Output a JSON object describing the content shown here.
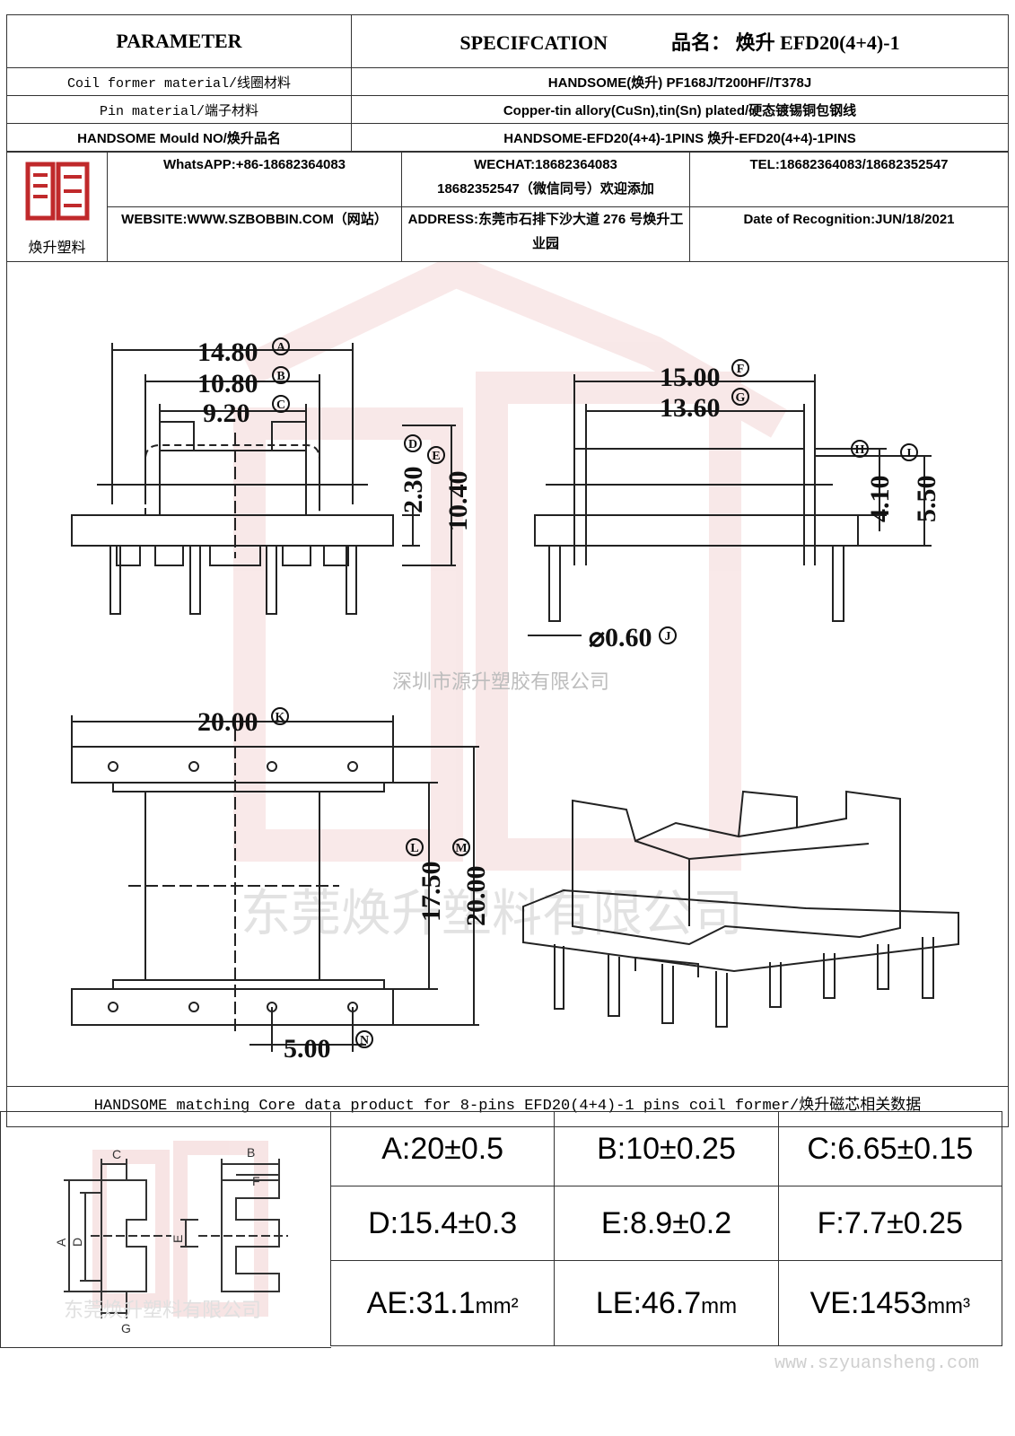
{
  "header": {
    "parameter": "PARAMETER",
    "specification": "SPECIFCATION",
    "product_label": "品名：",
    "product_name": "焕升 EFD20(4+4)-1"
  },
  "rows": [
    {
      "label": "Coil former material/线圈材料",
      "value": "HANDSOME(焕升)   PF168J/T200HF//T378J"
    },
    {
      "label": "Pin material/端子材料",
      "value": "Copper-tin allory(CuSn),tin(Sn) plated/硬态镀锡铜包钢线"
    },
    {
      "label": "HANDSOME Mould NO/焕升品名",
      "value": "HANDSOME-EFD20(4+4)-1PINS    焕升-EFD20(4+4)-1PINS"
    }
  ],
  "contact": {
    "logo_text": "焕升塑料",
    "whatsapp": "WhatsAPP:+86-18682364083",
    "wechat_line1": "WECHAT:18682364083",
    "wechat_line2": "18682352547（微信同号）欢迎添加",
    "tel": "TEL:18682364083/18682352547",
    "website": "WEBSITE:WWW.SZBOBBIN.COM（网站）",
    "address": "ADDRESS:东莞市石排下沙大道 276 号焕升工业园",
    "date": "Date of Recognition:JUN/18/2021"
  },
  "drawing": {
    "watermark_1": "深圳市源升塑胶有限公司",
    "watermark_2": "东莞焕升塑料有限公司",
    "dim_A": "14.80",
    "tag_A": "A",
    "dim_B": "10.80",
    "tag_B": "B",
    "dim_C": "9.20",
    "tag_C": "C",
    "dim_D": "2.30",
    "tag_D": "D",
    "dim_E": "10.40",
    "tag_E": "E",
    "dim_F": "15.00",
    "tag_F": "F",
    "dim_G": "13.60",
    "tag_G": "G",
    "dim_H": "4.10",
    "tag_H": "H",
    "dim_I": "5.50",
    "tag_I": "I",
    "dim_J": "⌀0.60",
    "tag_J": "J",
    "dim_K": "20.00",
    "tag_K": "K",
    "dim_L": "17.50",
    "tag_L": "L",
    "dim_M": "20.00",
    "tag_M": "M",
    "dim_N": "5.00",
    "tag_N": "N"
  },
  "core_bar": "HANDSOME matching Core data  product for 8-pins EFD20(4+4)-1 pins coil former/焕升磁芯相关数据",
  "core_pic": {
    "label_A": "A",
    "label_B": "B",
    "label_C": "C",
    "label_D": "D",
    "label_E": "E",
    "label_F": "F",
    "label_G": "G",
    "watermark": "东莞焕升塑料有限公司"
  },
  "core": {
    "A": "A:20±0.5",
    "B": "B:10±0.25",
    "C": "C:6.65±0.15",
    "D": "D:15.4±0.3",
    "E": "E:8.9±0.2",
    "F": "F:7.7±0.25",
    "AE": "AE:31.1",
    "AE_unit": "mm²",
    "LE": "LE:46.7",
    "LE_unit": "mm",
    "VE": "VE:1453",
    "VE_unit": "mm³"
  },
  "footer_url": "www.szyuansheng.com"
}
